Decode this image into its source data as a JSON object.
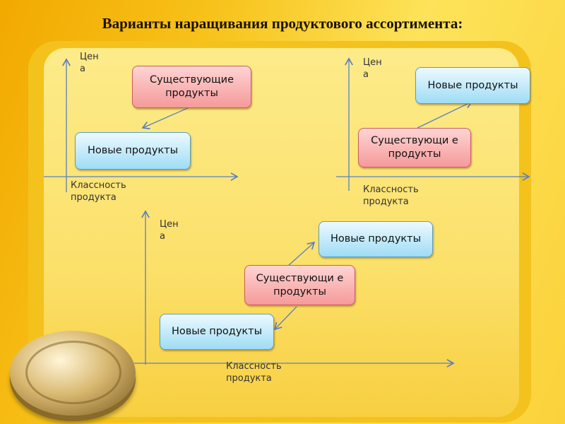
{
  "title": "Варианты наращивания продуктового ассортимента:",
  "axes": {
    "y_label": "Цен а",
    "x_label": "Классность продукта"
  },
  "diagrams": [
    {
      "existing": "Существующие продукты",
      "new": "Новые продукты"
    },
    {
      "existing": "Существующи е продукты",
      "new": "Новые продукты"
    },
    {
      "existing": "Существующи е продукты",
      "new_upper": "Новые продукты",
      "new_lower": "Новые продукты"
    }
  ],
  "colors": {
    "existing": "#f5a0a0",
    "new": "#a8e0f6",
    "axis": "#5b7fc0"
  }
}
